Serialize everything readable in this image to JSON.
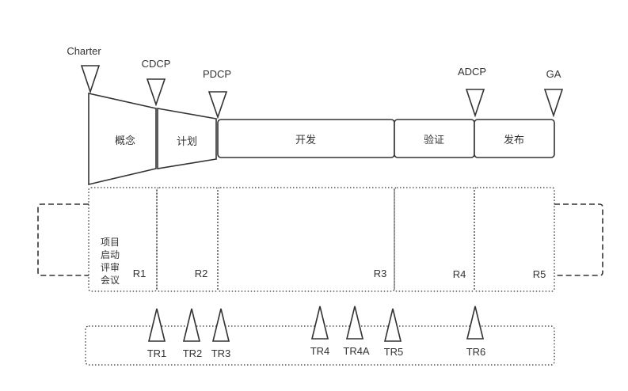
{
  "decision_points": {
    "charter": "Charter",
    "cdcp": "CDCP",
    "pdcp": "PDCP",
    "adcp": "ADCP",
    "ga": "GA"
  },
  "phases": {
    "concept": "概念",
    "plan": "计划",
    "develop": "开发",
    "verify": "验证",
    "release": "发布"
  },
  "kickoff_review": [
    "项目",
    "启动",
    "评审",
    "会议"
  ],
  "reviews": {
    "r1": "R1",
    "r2": "R2",
    "r3": "R3",
    "r4": "R4",
    "r5": "R5"
  },
  "technical_reviews": {
    "tr1": "TR1",
    "tr2": "TR2",
    "tr3": "TR3",
    "tr4": "TR4",
    "tr4a": "TR4A",
    "tr5": "TR5",
    "tr6": "TR6"
  }
}
